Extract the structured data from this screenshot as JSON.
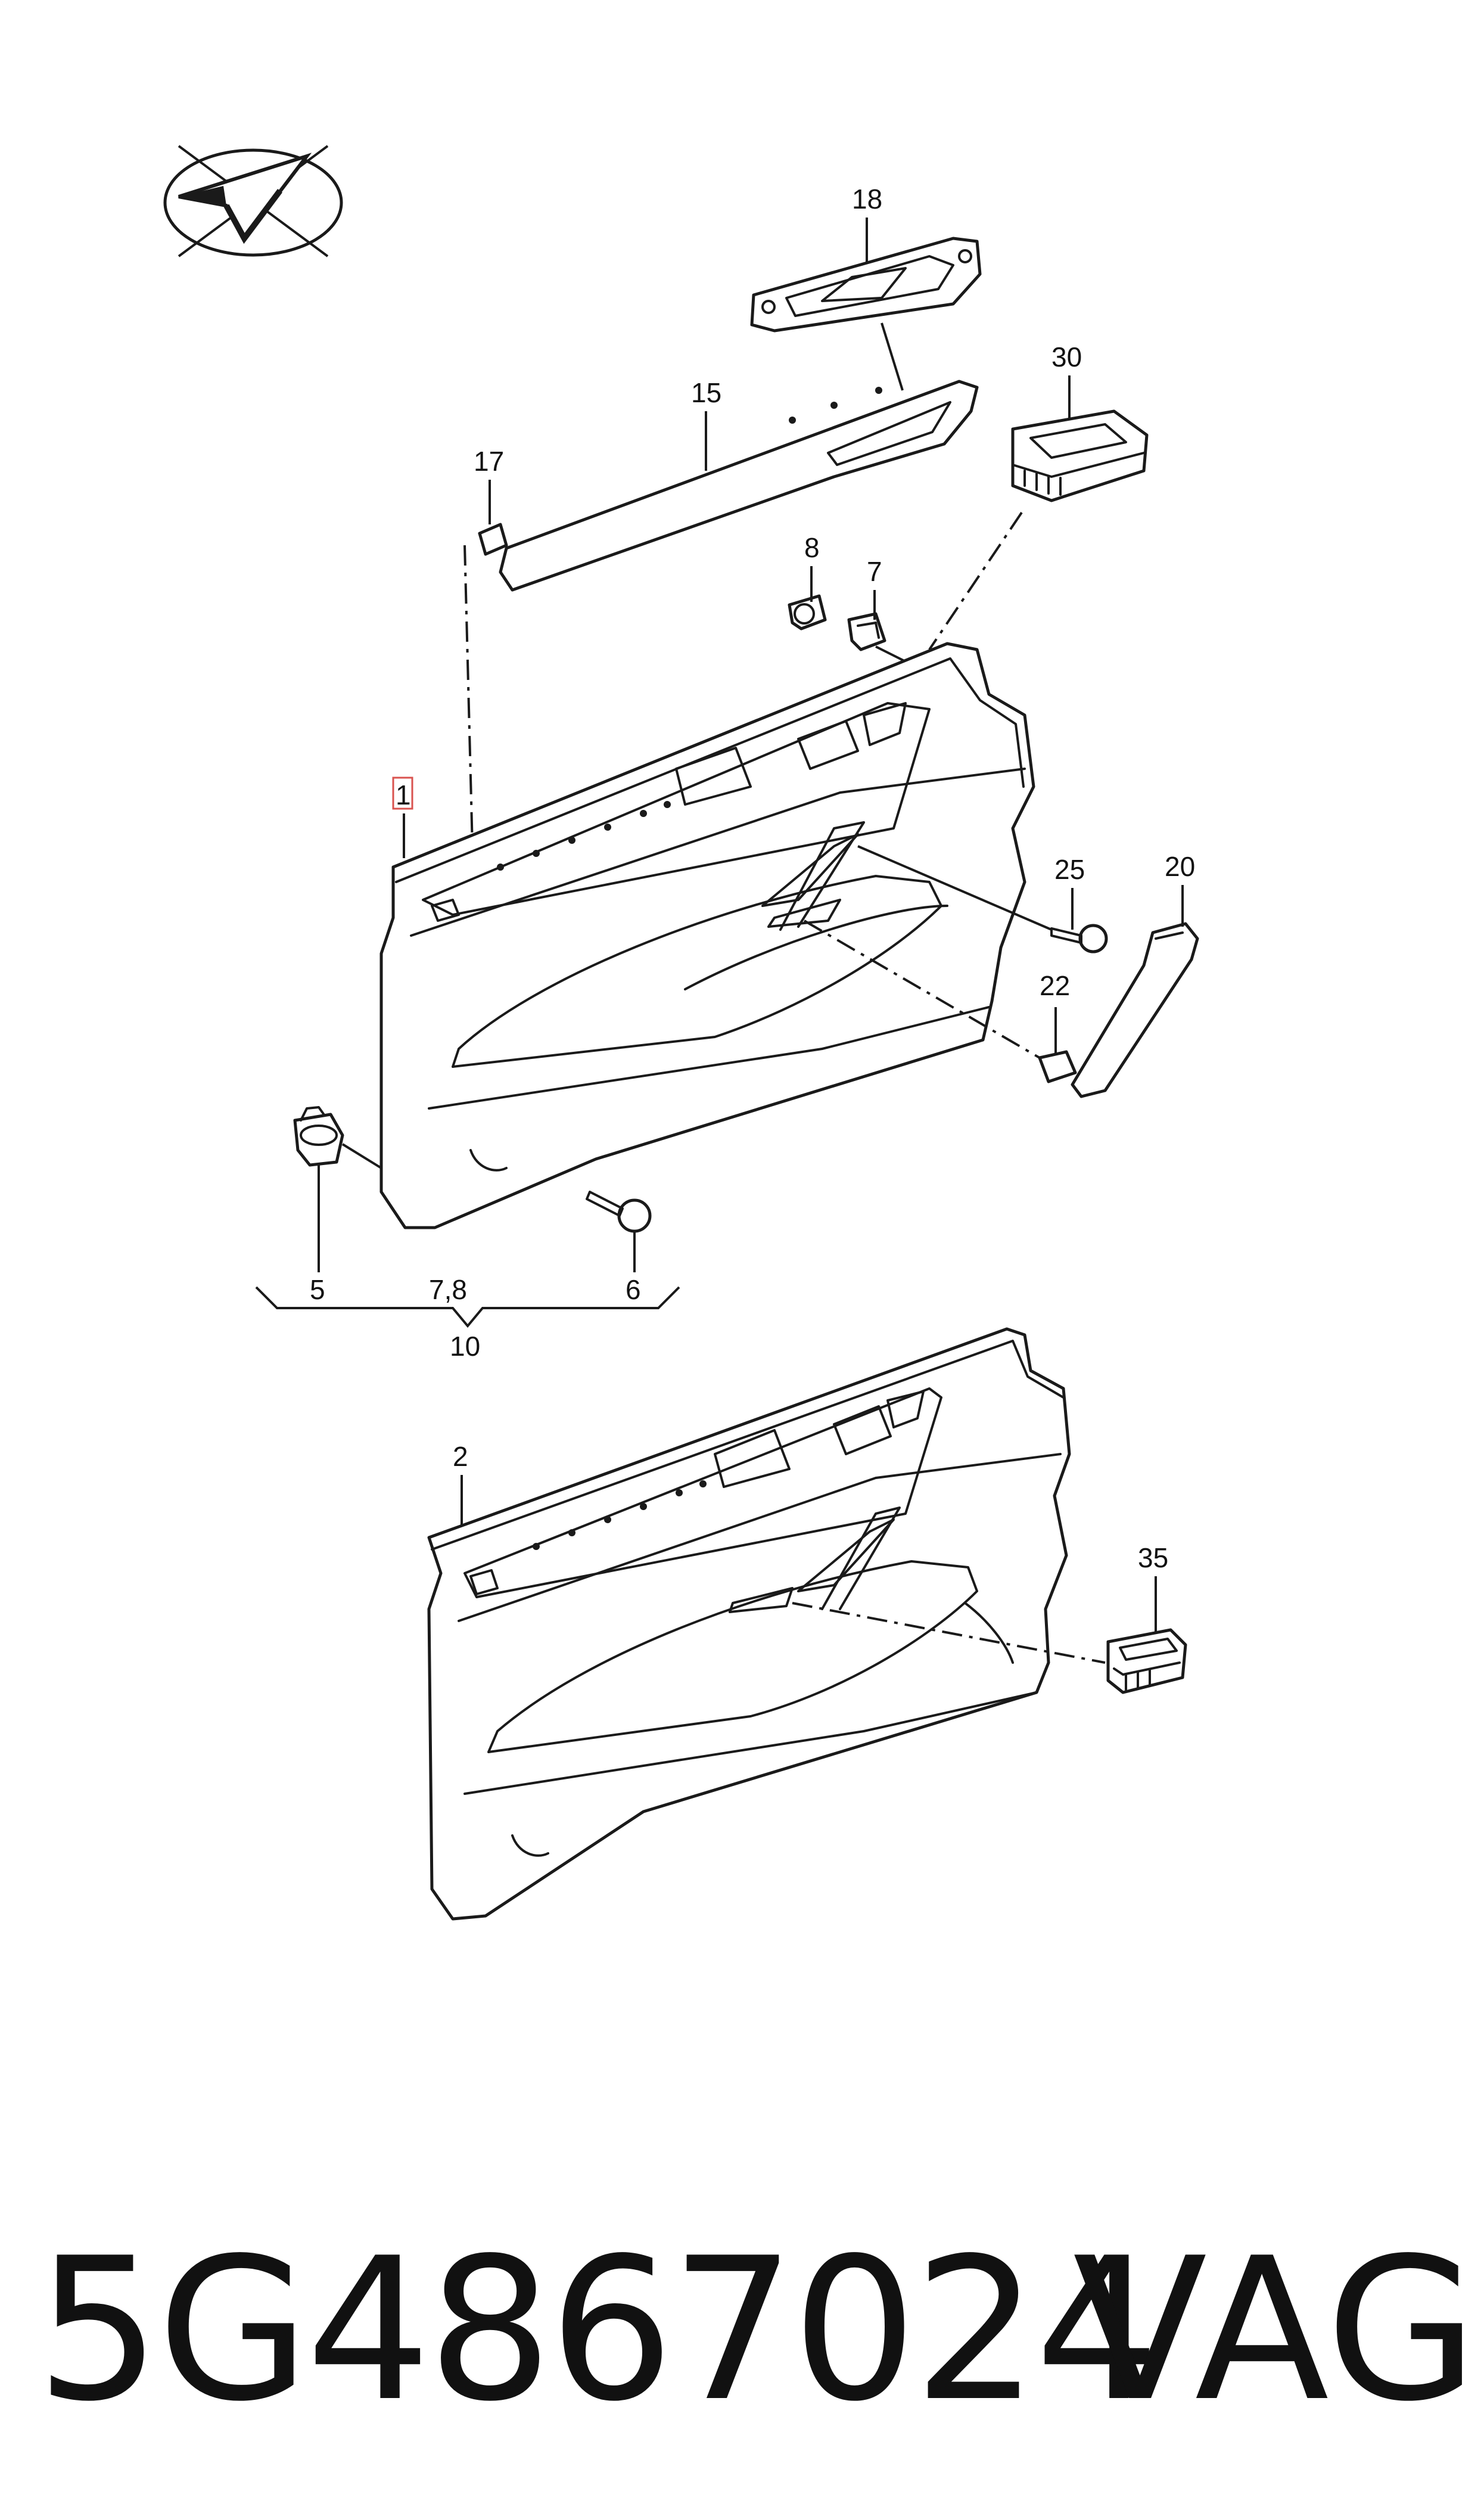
{
  "callouts": {
    "c1": "1",
    "c2": "2",
    "c5": "5",
    "c6": "6",
    "c7": "7",
    "c78": "7,8",
    "c8": "8",
    "c10": "10",
    "c15": "15",
    "c17": "17",
    "c18": "18",
    "c20": "20",
    "c22": "22",
    "c25": "25",
    "c30": "30",
    "c35": "35"
  },
  "footer": {
    "part_number": "5G4867024",
    "brand": "VAG"
  },
  "colors": {
    "line": "#1a1a1a",
    "highlight_box": "#d9534f"
  }
}
